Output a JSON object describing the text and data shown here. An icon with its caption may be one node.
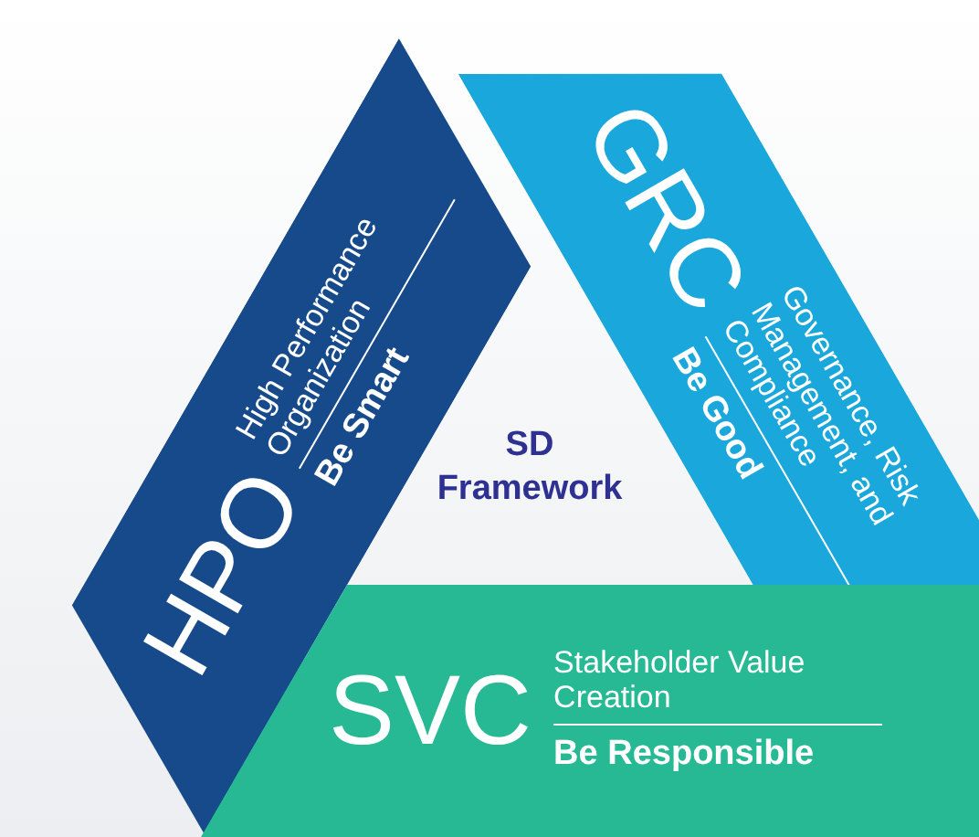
{
  "diagram": {
    "nodes": [
      {
        "text": [
          "HPO",
          "High Performance Organization",
          "Be Smart"
        ]
      },
      {
        "text": [
          "GRC",
          "Governance, Risk Management, and Compliance",
          "Be Good"
        ]
      },
      {
        "text": [
          "SVC",
          "Stakeholder Value Creation",
          "Be Responsible"
        ]
      }
    ],
    "labels": [
      "SD Framework"
    ]
  }
}
